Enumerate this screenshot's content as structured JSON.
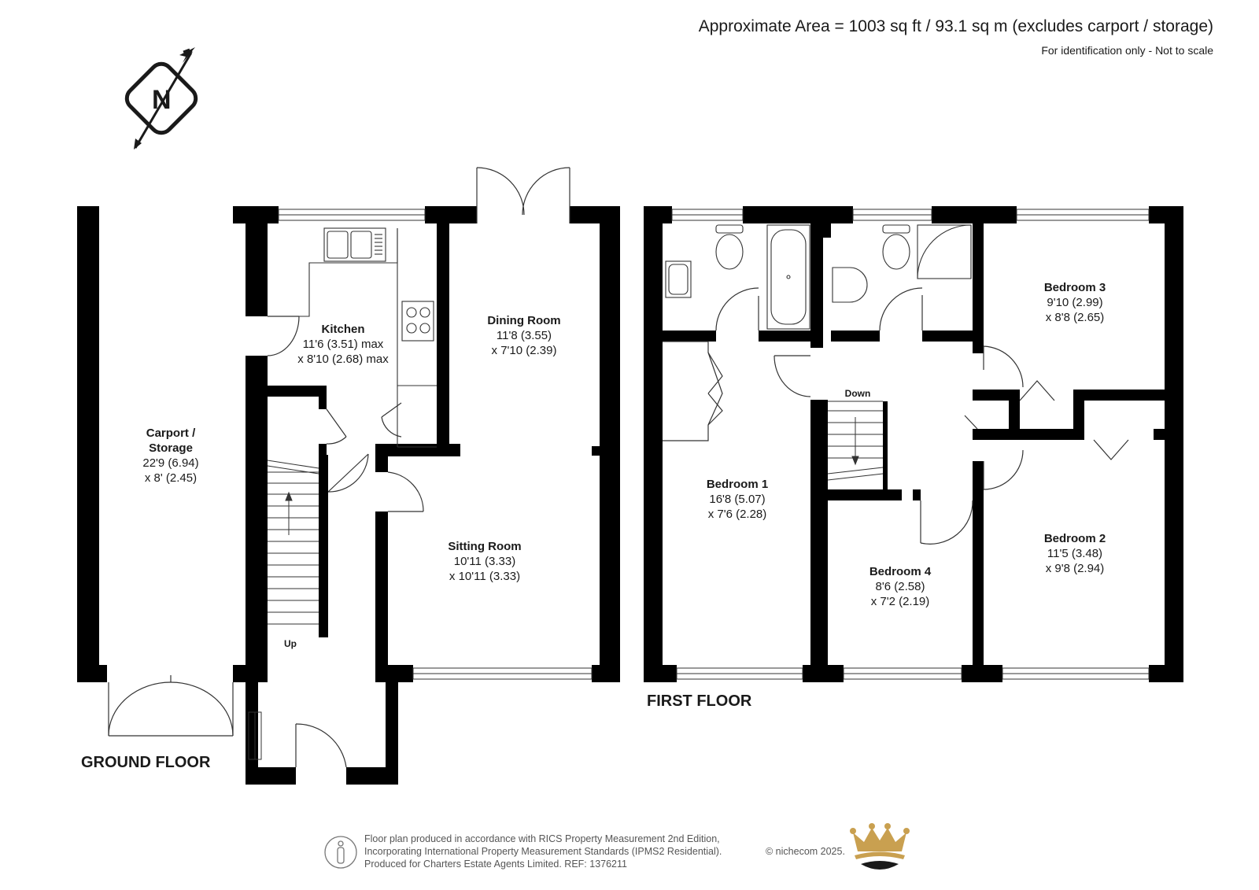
{
  "header": {
    "area": "Approximate Area = 1003 sq ft / 93.1 sq m (excludes carport / storage)",
    "note": "For identification only - Not to scale"
  },
  "compass": {
    "letter": "N"
  },
  "ground_floor": {
    "label": "GROUND FLOOR",
    "rooms": {
      "carport": {
        "name_line1": "Carport /",
        "name_line2": "Storage",
        "dim1": "22'9 (6.94)",
        "dim2": "x 8' (2.45)"
      },
      "kitchen": {
        "name": "Kitchen",
        "dim1": "11'6 (3.51) max",
        "dim2": "x 8'10 (2.68) max"
      },
      "dining": {
        "name": "Dining Room",
        "dim1": "11'8 (3.55)",
        "dim2": "x 7'10 (2.39)"
      },
      "sitting": {
        "name": "Sitting Room",
        "dim1": "10'11 (3.33)",
        "dim2": "x 10'11 (3.33)"
      }
    },
    "stairs_label": "Up"
  },
  "first_floor": {
    "label": "FIRST FLOOR",
    "rooms": {
      "bedroom1": {
        "name": "Bedroom 1",
        "dim1": "16'8 (5.07)",
        "dim2": "x 7'6 (2.28)"
      },
      "bedroom2": {
        "name": "Bedroom 2",
        "dim1": "11'5 (3.48)",
        "dim2": "x 9'8 (2.94)"
      },
      "bedroom3": {
        "name": "Bedroom 3",
        "dim1": "9'10 (2.99)",
        "dim2": "x 8'8 (2.65)"
      },
      "bedroom4": {
        "name": "Bedroom 4",
        "dim1": "8'6 (2.58)",
        "dim2": "x 7'2 (2.19)"
      }
    },
    "stairs_label": "Down"
  },
  "footer": {
    "line1": "Floor plan produced in accordance with RICS Property Measurement 2nd Edition,",
    "line2": "Incorporating International Property Measurement Standards (IPMS2 Residential).",
    "line3": "Produced for Charters Estate Agents Limited.   REF: 1376211",
    "copyright": "© nichecom 2025.",
    "logo_colors": {
      "gold": "#c9a050",
      "dark": "#1a1a1a"
    }
  },
  "colors": {
    "wall": "#000000",
    "background": "#ffffff",
    "fixture_stroke": "#333333"
  }
}
